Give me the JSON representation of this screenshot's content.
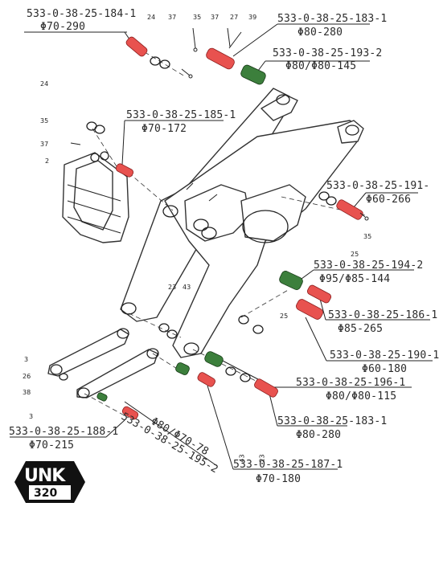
{
  "callouts": [
    {
      "code": "533-0-38-25-184-1",
      "dim": "Φ70-290"
    },
    {
      "code": "533-0-38-25-183-1",
      "dim": "Φ80-280"
    },
    {
      "code": "533-0-38-25-193-2",
      "dim": "Φ80/Φ80-145"
    },
    {
      "code": "533-0-38-25-185-1",
      "dim": "Φ70-172"
    },
    {
      "code": "533-0-38-25-191-",
      "dim": "Φ60-266"
    },
    {
      "code": "533-0-38-25-194-2",
      "dim": "Φ95/Φ85-144"
    },
    {
      "code": "533-0-38-25-186-1",
      "dim": "Φ85-265"
    },
    {
      "code": "533-0-38-25-190-1",
      "dim": "Φ60-180"
    },
    {
      "code": "533-0-38-25-196-1",
      "dim": "Φ80/Φ80-115"
    },
    {
      "code": "533-0-38-25-183-1",
      "dim": "Φ80-280"
    },
    {
      "code": "533-0-38-25-188-1",
      "dim": "Φ70-215"
    },
    {
      "code": "533-0-38-25-195-2",
      "dim": "Φ80/Φ70-78"
    },
    {
      "code": "533-0-38-25-187-1",
      "dim": "Φ70-180"
    }
  ],
  "refs": [
    "24",
    "37",
    "35",
    "37",
    "27",
    "39",
    "24",
    "35",
    "37",
    "2",
    "25",
    "35",
    "23",
    "43",
    "25",
    "3",
    "26",
    "38",
    "3",
    "43",
    "23"
  ],
  "logo": {
    "text": "UNK",
    "number": "320"
  },
  "colors": {
    "red": "#e8524f",
    "green": "#3c7f3c"
  }
}
